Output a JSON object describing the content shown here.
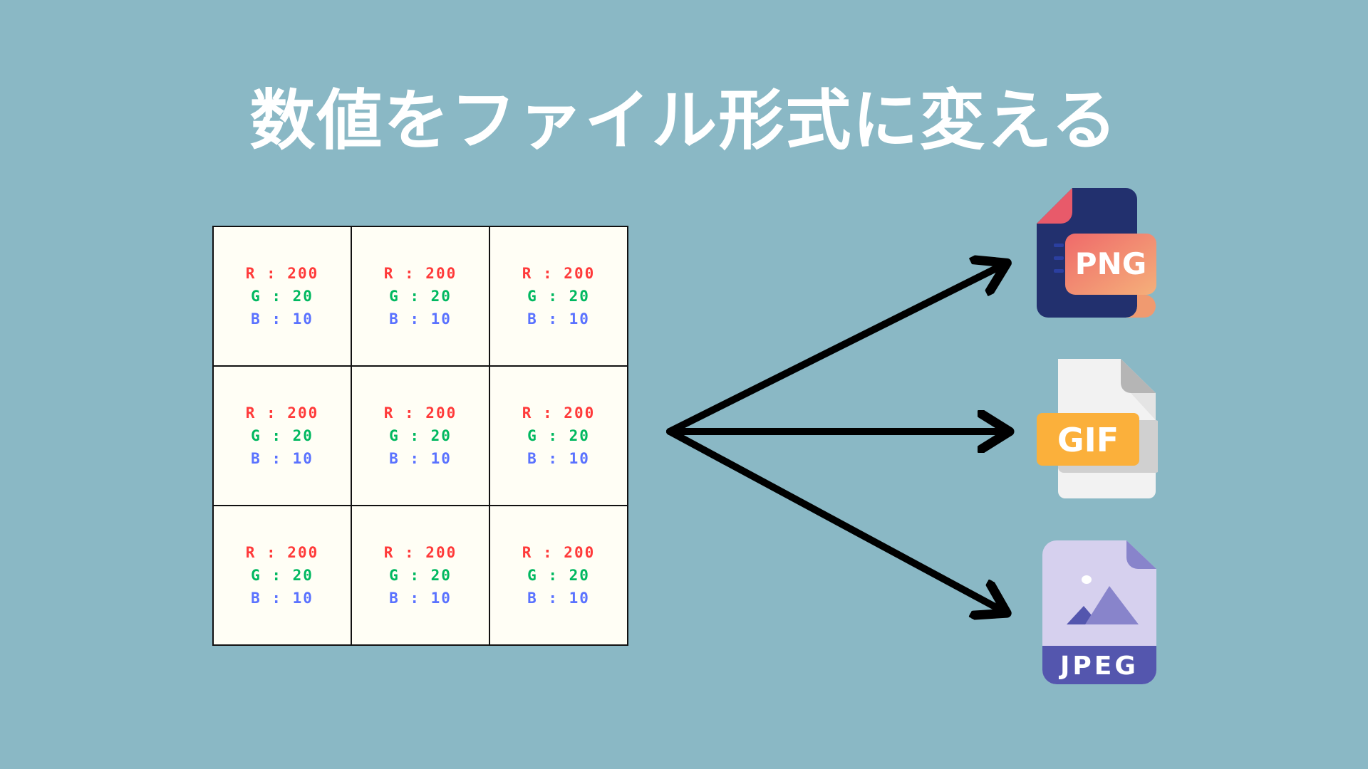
{
  "title": "数値をファイル形式に変える",
  "pixel_grid": {
    "cells": [
      {
        "r": "R : 200",
        "g": "G : 20",
        "b": "B : 10"
      },
      {
        "r": "R : 200",
        "g": "G : 20",
        "b": "B : 10"
      },
      {
        "r": "R : 200",
        "g": "G : 20",
        "b": "B : 10"
      },
      {
        "r": "R : 200",
        "g": "G : 20",
        "b": "B : 10"
      },
      {
        "r": "R : 200",
        "g": "G : 20",
        "b": "B : 10"
      },
      {
        "r": "R : 200",
        "g": "G : 20",
        "b": "B : 10"
      },
      {
        "r": "R : 200",
        "g": "G : 20",
        "b": "B : 10"
      },
      {
        "r": "R : 200",
        "g": "G : 20",
        "b": "B : 10"
      },
      {
        "r": "R : 200",
        "g": "G : 20",
        "b": "B : 10"
      }
    ]
  },
  "formats": [
    {
      "label": "PNG",
      "icon": "png-file-icon"
    },
    {
      "label": "GIF",
      "icon": "gif-file-icon"
    },
    {
      "label": "JPEG",
      "icon": "jpeg-file-icon"
    }
  ],
  "colors": {
    "background": "#8ab8c5",
    "red": "#ff3a3a",
    "green": "#00b860",
    "blue": "#5a72ff"
  }
}
